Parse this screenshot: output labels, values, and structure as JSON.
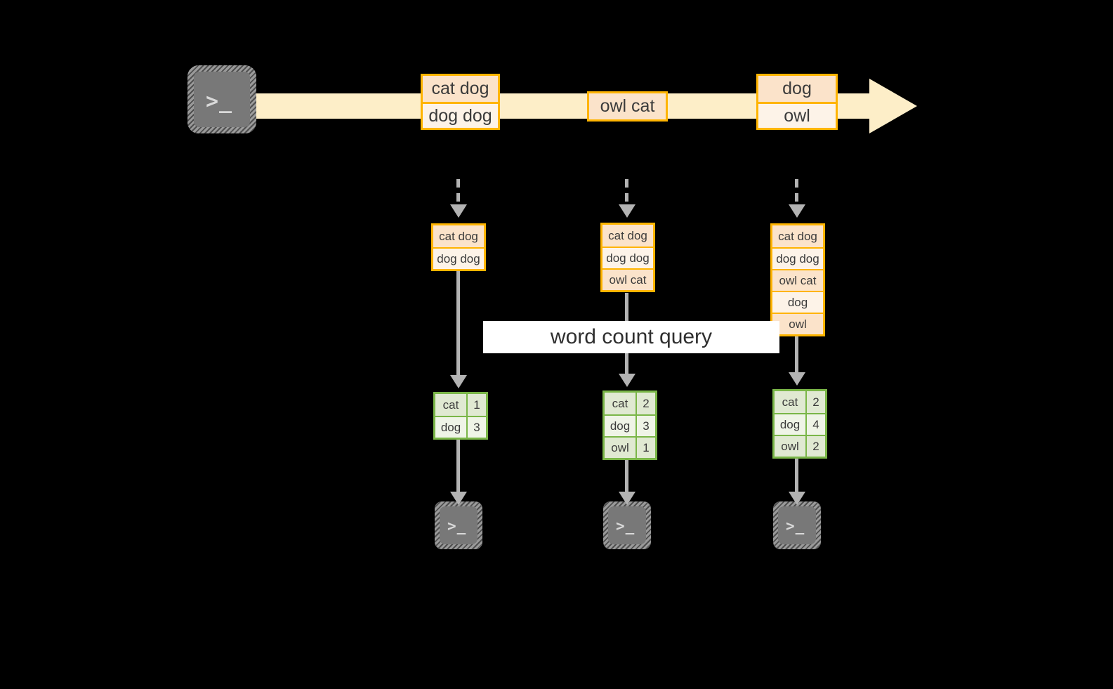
{
  "diagram": {
    "title_label": "word count query",
    "colors": {
      "background": "#000000",
      "stream_fill": "#fdeec8",
      "event_border": "#ffb400",
      "event_fill_dark": "#fbe3ca",
      "event_fill_light": "#fdf3e8",
      "result_border": "#7ab648",
      "result_fill_dark": "#e0e9d2",
      "result_fill_light": "#eff4e7",
      "connector": "#b3b3b3",
      "terminal_fill": "#787878",
      "label_fill": "#ffffff"
    },
    "producer": {
      "icon": "terminal-icon",
      "prompt": ">_"
    },
    "stream_events": [
      {
        "id": "evt-1",
        "rows": [
          "cat dog",
          "dog dog"
        ]
      },
      {
        "id": "evt-2",
        "rows": [
          "owl cat"
        ]
      },
      {
        "id": "evt-3",
        "rows": [
          "dog",
          "owl"
        ]
      }
    ],
    "columns": [
      {
        "id": "col-1",
        "snapshot_rows": [
          "cat dog",
          "dog dog"
        ],
        "result": {
          "rows": [
            {
              "word": "cat",
              "count": "1"
            },
            {
              "word": "dog",
              "count": "3"
            }
          ]
        },
        "consumer": {
          "icon": "terminal-icon",
          "prompt": ">_"
        }
      },
      {
        "id": "col-2",
        "snapshot_rows": [
          "cat dog",
          "dog dog",
          "owl cat"
        ],
        "result": {
          "rows": [
            {
              "word": "cat",
              "count": "2"
            },
            {
              "word": "dog",
              "count": "3"
            },
            {
              "word": "owl",
              "count": "1"
            }
          ]
        },
        "consumer": {
          "icon": "terminal-icon",
          "prompt": ">_"
        }
      },
      {
        "id": "col-3",
        "snapshot_rows": [
          "cat dog",
          "dog dog",
          "owl cat",
          "dog",
          "owl"
        ],
        "result": {
          "rows": [
            {
              "word": "cat",
              "count": "2"
            },
            {
              "word": "dog",
              "count": "4"
            },
            {
              "word": "owl",
              "count": "2"
            }
          ]
        },
        "consumer": {
          "icon": "terminal-icon",
          "prompt": ">_"
        }
      }
    ]
  }
}
